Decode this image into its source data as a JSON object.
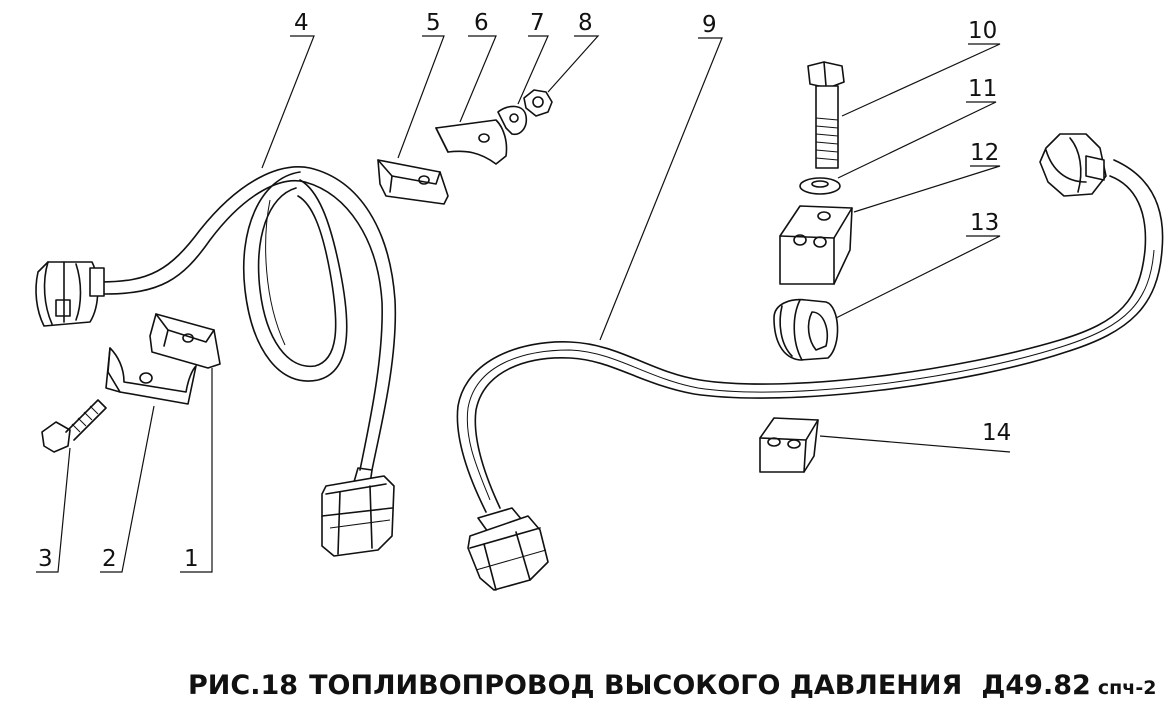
{
  "figure": {
    "caption_prefix": "РИС.18",
    "caption_title": "ТОПЛИВОПРОВОД ВЫСОКОГО ДАВЛЕНИЯ",
    "caption_code": "Д49.82",
    "caption_suffix": "спч-2"
  },
  "callouts": [
    "1",
    "2",
    "3",
    "4",
    "5",
    "6",
    "7",
    "8",
    "9",
    "10",
    "11",
    "12",
    "13",
    "14"
  ]
}
